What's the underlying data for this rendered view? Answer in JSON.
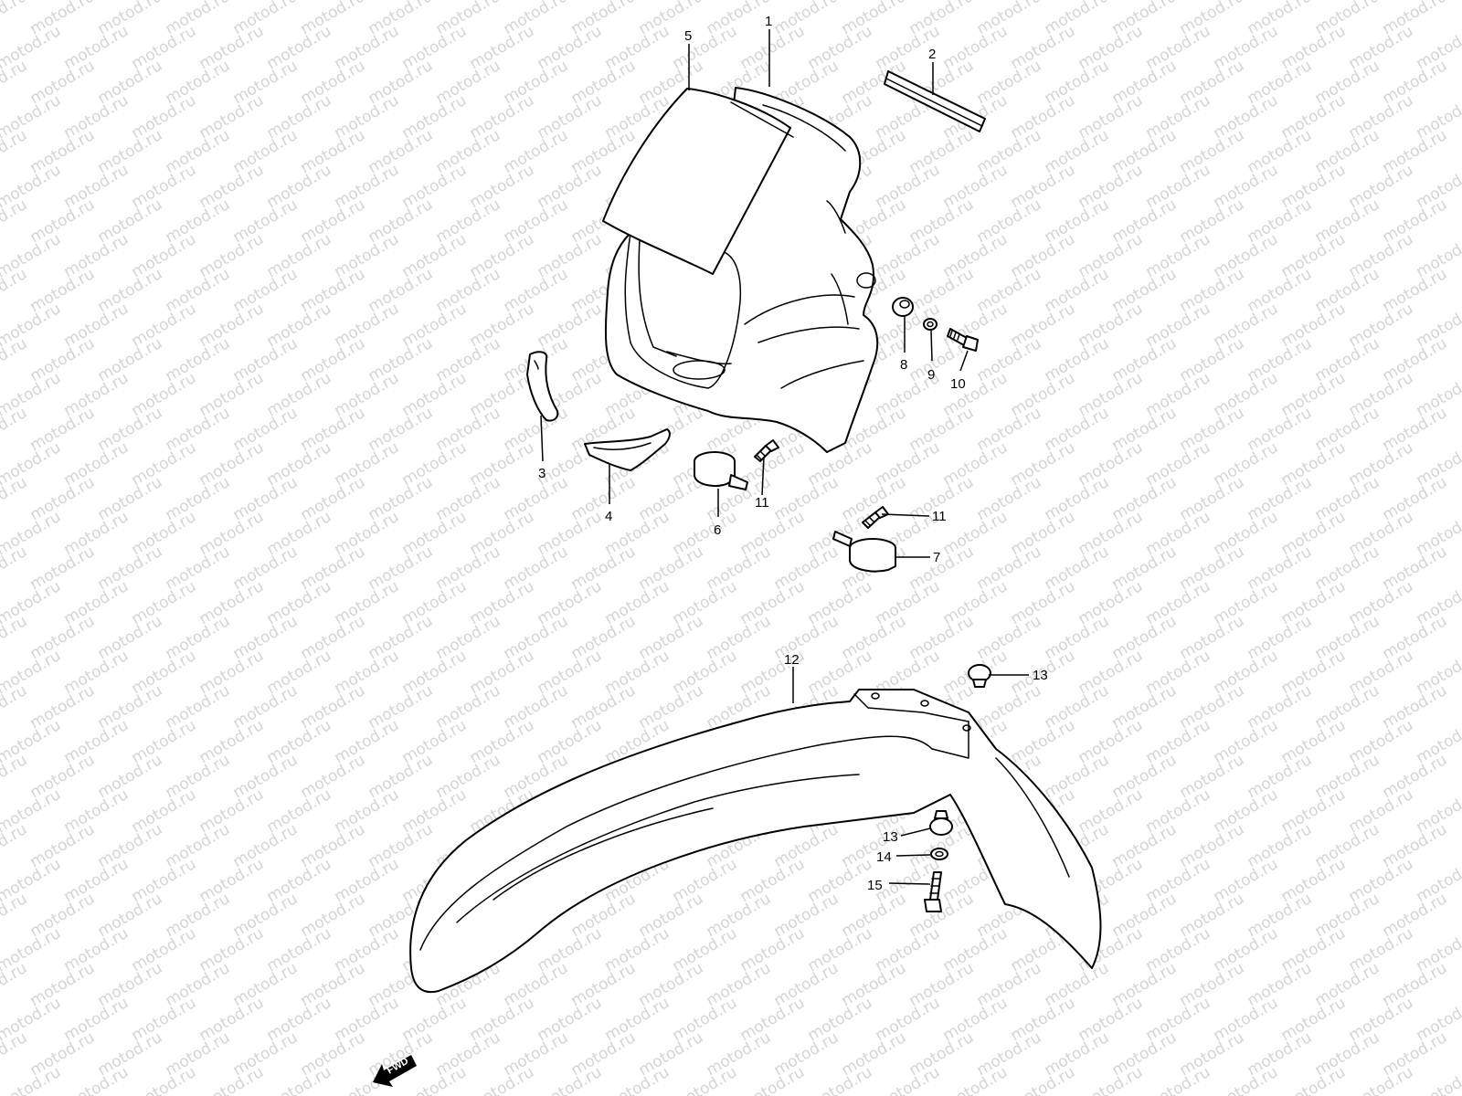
{
  "watermark": "motod.ru",
  "fwd_label": "FWD",
  "callouts": [
    {
      "id": "c1",
      "label": "1"
    },
    {
      "id": "c2",
      "label": "2"
    },
    {
      "id": "c3",
      "label": "3"
    },
    {
      "id": "c4",
      "label": "4"
    },
    {
      "id": "c5",
      "label": "5"
    },
    {
      "id": "c6",
      "label": "6"
    },
    {
      "id": "c7",
      "label": "7"
    },
    {
      "id": "c8",
      "label": "8"
    },
    {
      "id": "c9",
      "label": "9"
    },
    {
      "id": "c10",
      "label": "10"
    },
    {
      "id": "c11a",
      "label": "11"
    },
    {
      "id": "c11b",
      "label": "11"
    },
    {
      "id": "c12",
      "label": "12"
    },
    {
      "id": "c13a",
      "label": "13"
    },
    {
      "id": "c13b",
      "label": "13"
    },
    {
      "id": "c14",
      "label": "14"
    },
    {
      "id": "c15",
      "label": "15"
    }
  ]
}
